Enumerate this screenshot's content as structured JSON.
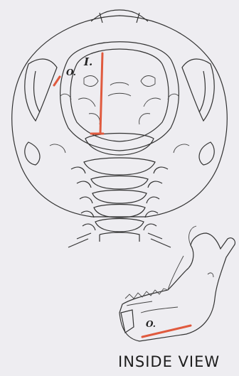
{
  "labels": {
    "insertion": "I.",
    "origin_skull": "O.",
    "origin_jaw": "O."
  },
  "caption": "INSIDE VIEW",
  "colors": {
    "background": "#eeedf1",
    "muscle_line": "#e05a3e",
    "ink": "#333333"
  }
}
